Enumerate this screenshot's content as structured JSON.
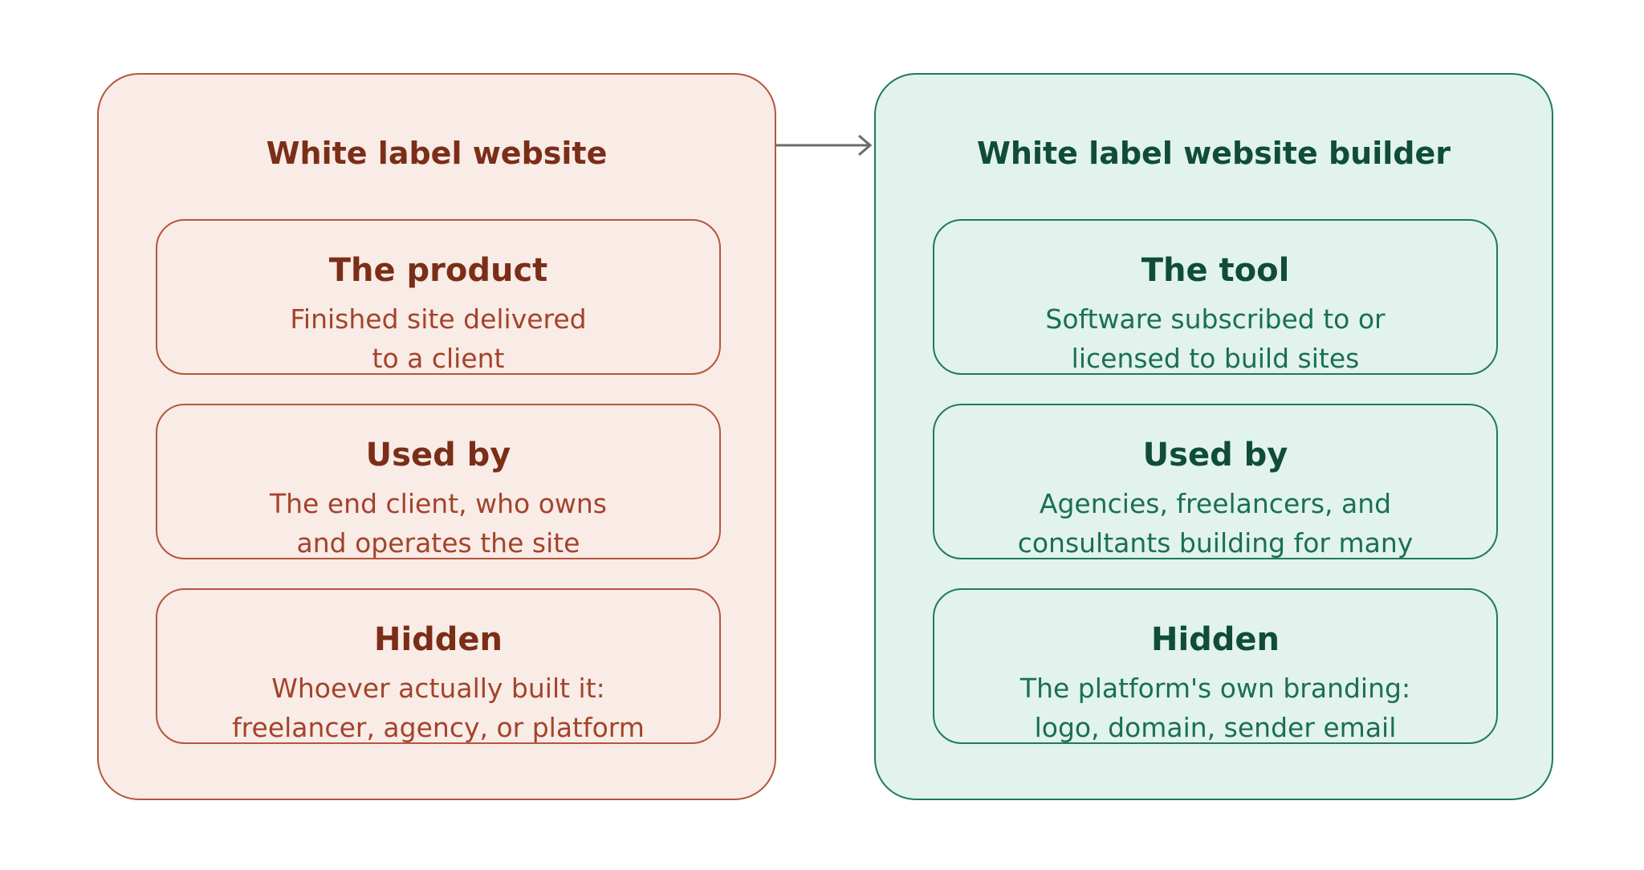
{
  "colors": {
    "left_fill": "#f9ebe6",
    "left_border": "#b5553f",
    "left_title": "#7a2e18",
    "left_text": "#a3432b",
    "right_fill": "#e1f3ec",
    "right_border": "#1f7a5a",
    "right_title": "#0f4d38",
    "right_text": "#1a7050",
    "arrow": "#6b6b6b"
  },
  "left_panel": {
    "title": "White label website",
    "cards": [
      {
        "title": "The product",
        "line1": "Finished site delivered",
        "line2": "to a client"
      },
      {
        "title": "Used by",
        "line1": "The end client, who owns",
        "line2": "and operates the site"
      },
      {
        "title": "Hidden",
        "line1": "Whoever actually built it:",
        "line2": "freelancer, agency, or platform"
      }
    ]
  },
  "right_panel": {
    "title": "White label website builder",
    "cards": [
      {
        "title": "The tool",
        "line1": "Software subscribed to or",
        "line2": "licensed to build sites"
      },
      {
        "title": "Used by",
        "line1": "Agencies, freelancers, and",
        "line2": "consultants building for many"
      },
      {
        "title": "Hidden",
        "line1": "The platform's own branding:",
        "line2": "logo, domain, sender email"
      }
    ]
  }
}
